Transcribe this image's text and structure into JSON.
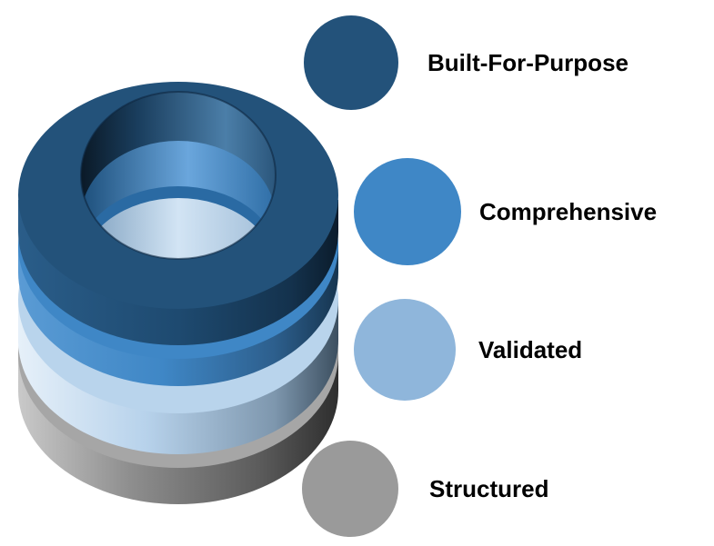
{
  "diagram": {
    "layers": [
      {
        "label": "Built-For-Purpose",
        "color": "#23527a"
      },
      {
        "label": "Comprehensive",
        "color": "#3f87c6"
      },
      {
        "label": "Validated",
        "color": "#8fb6db"
      },
      {
        "label": "Structured",
        "color": "#9a9a9a"
      }
    ]
  }
}
